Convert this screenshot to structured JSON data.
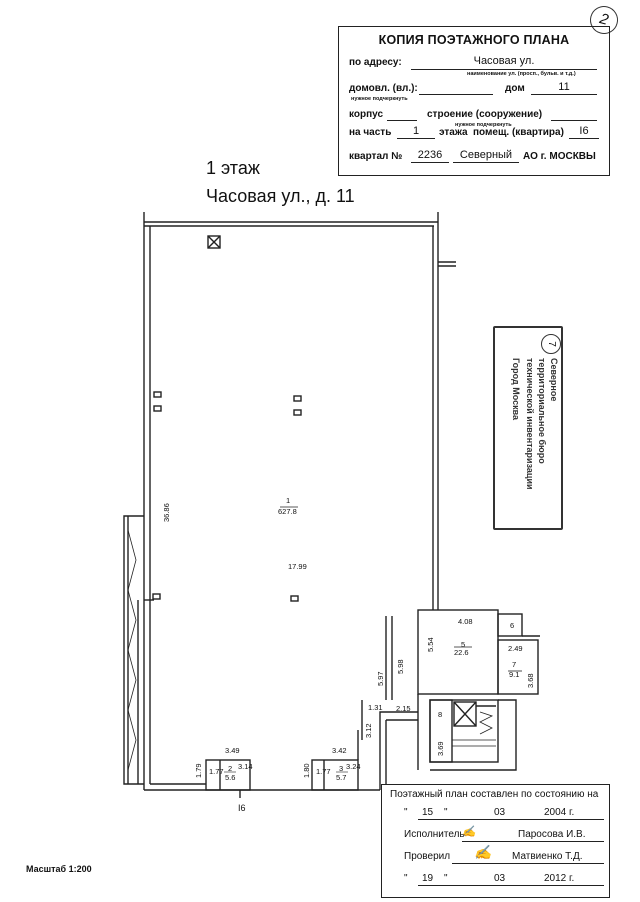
{
  "corner_mark": "2",
  "header": {
    "title": "КОПИЯ ПОЭТАЖНОГО ПЛАНА",
    "address_label": "по адресу:",
    "address_value": "Часовая ул.",
    "address_hint": "наименование ул. (просп., бульв. и т.д.)",
    "domovl_label": "домовл. (вл.):",
    "dom_label": "дом",
    "dom_value": "11",
    "hint_underline_1": "нужное подчеркнуть",
    "korpus_label": "корпус",
    "stroenie_label": "строение (сооружение)",
    "hint_underline_2": "нужное подчеркнуть",
    "part_label": "на часть",
    "part_value": "1",
    "floor_label": "этажа",
    "premises_label": "помещ. (квартира)",
    "premises_value": "I6",
    "kvartal_label": "квартал №",
    "kvartal_value": "2236",
    "district_value": "Северный",
    "city_label": "АО г. МОСКВЫ"
  },
  "caption": {
    "floor": "1 этаж",
    "address": "Часовая ул., д. 11"
  },
  "plan": {
    "room1_number": "1",
    "room1_area": "627.8",
    "dims": {
      "left_height": "36.86",
      "width": "17.99",
      "room2_w": "3.49",
      "room2_d": "1.77",
      "room2_h": "1.79",
      "room2_x": "3.14",
      "room2_num": "2",
      "room2_area": "5.6",
      "room3_w": "3.42",
      "room3_d": "1.77",
      "room3_h": "1.80",
      "room3_x": "3.24",
      "room3_num": "3",
      "room3_area": "5.7",
      "corr_a": "5.97",
      "corr_b": "5.98",
      "corr_c": "1.31",
      "corr_d": "2.15",
      "corr_e": "3.12",
      "room4_top": "4.08",
      "room5_side": "5.54",
      "room5_num": "5",
      "room5_area": "22.6",
      "room6_num": "6",
      "room7_top": "2.49",
      "room7_num": "7",
      "room7_area": "9.1",
      "room7_side": "3.68",
      "room8_num": "8",
      "room8_side": "3.69"
    },
    "premises_mark": "I6"
  },
  "side_stamp": {
    "number": "7",
    "lines": [
      "Северное",
      "территориальное бюро",
      "технической инвентаризации",
      "Город Москва"
    ]
  },
  "footer": {
    "state_line": "Поэтажный план составлен по состоянию на",
    "day1": "15",
    "month1": "03",
    "year1": "2004 г.",
    "executor_label": "Исполнитель",
    "executor_name": "Паросова И.В.",
    "checked_label": "Проверил",
    "checked_name": "Матвиенко Т.Д.",
    "day2": "19",
    "month2": "03",
    "year2": "2012 г.",
    "quote": "\""
  },
  "scale": "Масштаб 1:200"
}
